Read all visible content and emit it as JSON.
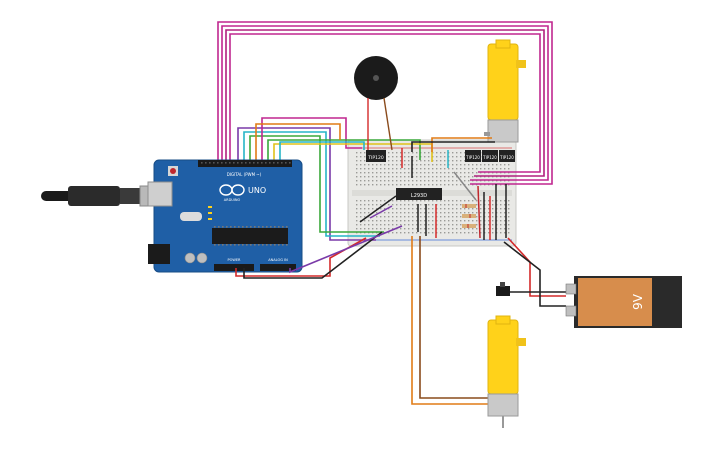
{
  "arduino": {
    "brand": "ARDUINO",
    "model": "UNO",
    "digital_header": "DIGITAL (PWM ~)",
    "power_header": "POWER",
    "analog_header": "ANALOG IN",
    "board_color": "#1f5fa6"
  },
  "components": {
    "tip_1": "TIP120",
    "tip_2": "TIP120",
    "tip_3": "TIP120",
    "tip_4": "TIP120",
    "driver_ic": "L293D",
    "battery": "9V"
  },
  "colors": {
    "wire_magenta": "#c0278f",
    "wire_orange": "#e07b16",
    "wire_red": "#d42a2a",
    "wire_black": "#222222",
    "wire_purple": "#7a3aa8",
    "wire_green": "#3aa83a",
    "wire_yellow": "#e0c21a",
    "wire_cyan": "#26b5c7",
    "wire_brown": "#8a4b1c",
    "motor_yellow": "#ffd21a",
    "breadboard": "#e9e9e6"
  }
}
